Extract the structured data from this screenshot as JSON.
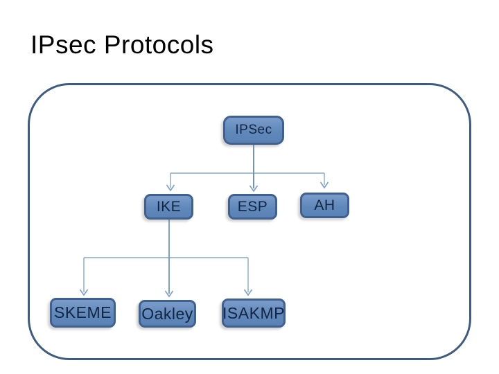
{
  "slide": {
    "title": "IPsec Protocols"
  },
  "diagram": {
    "nodes": [
      {
        "id": "ipsec",
        "label": "IPSec",
        "level": 0
      },
      {
        "id": "ike",
        "label": "IKE",
        "level": 1
      },
      {
        "id": "esp",
        "label": "ESP",
        "level": 1
      },
      {
        "id": "ah",
        "label": "AH",
        "level": 1
      },
      {
        "id": "skeme",
        "label": "SKEME",
        "level": 2
      },
      {
        "id": "oakley",
        "label": "Oakley",
        "level": 2
      },
      {
        "id": "isakmp",
        "label": "ISAKMP",
        "level": 2
      }
    ],
    "edges": [
      {
        "from": "ipsec",
        "to": "ike"
      },
      {
        "from": "ipsec",
        "to": "esp"
      },
      {
        "from": "ipsec",
        "to": "ah"
      },
      {
        "from": "ike",
        "to": "skeme"
      },
      {
        "from": "ike",
        "to": "oakley"
      },
      {
        "from": "ike",
        "to": "isakmp"
      }
    ],
    "colors": {
      "node_fill_top": "#7b9cca",
      "node_fill_bottom": "#5a82b5",
      "node_border": "#40618f",
      "node_text": "#132441",
      "connector_line": "#5f88b8",
      "connector_branch": "#86a7cd",
      "arrowhead": "#7ba1cc",
      "frame_border": "#3e5c80",
      "title_text": "#000000",
      "background": "#ffffff"
    }
  }
}
